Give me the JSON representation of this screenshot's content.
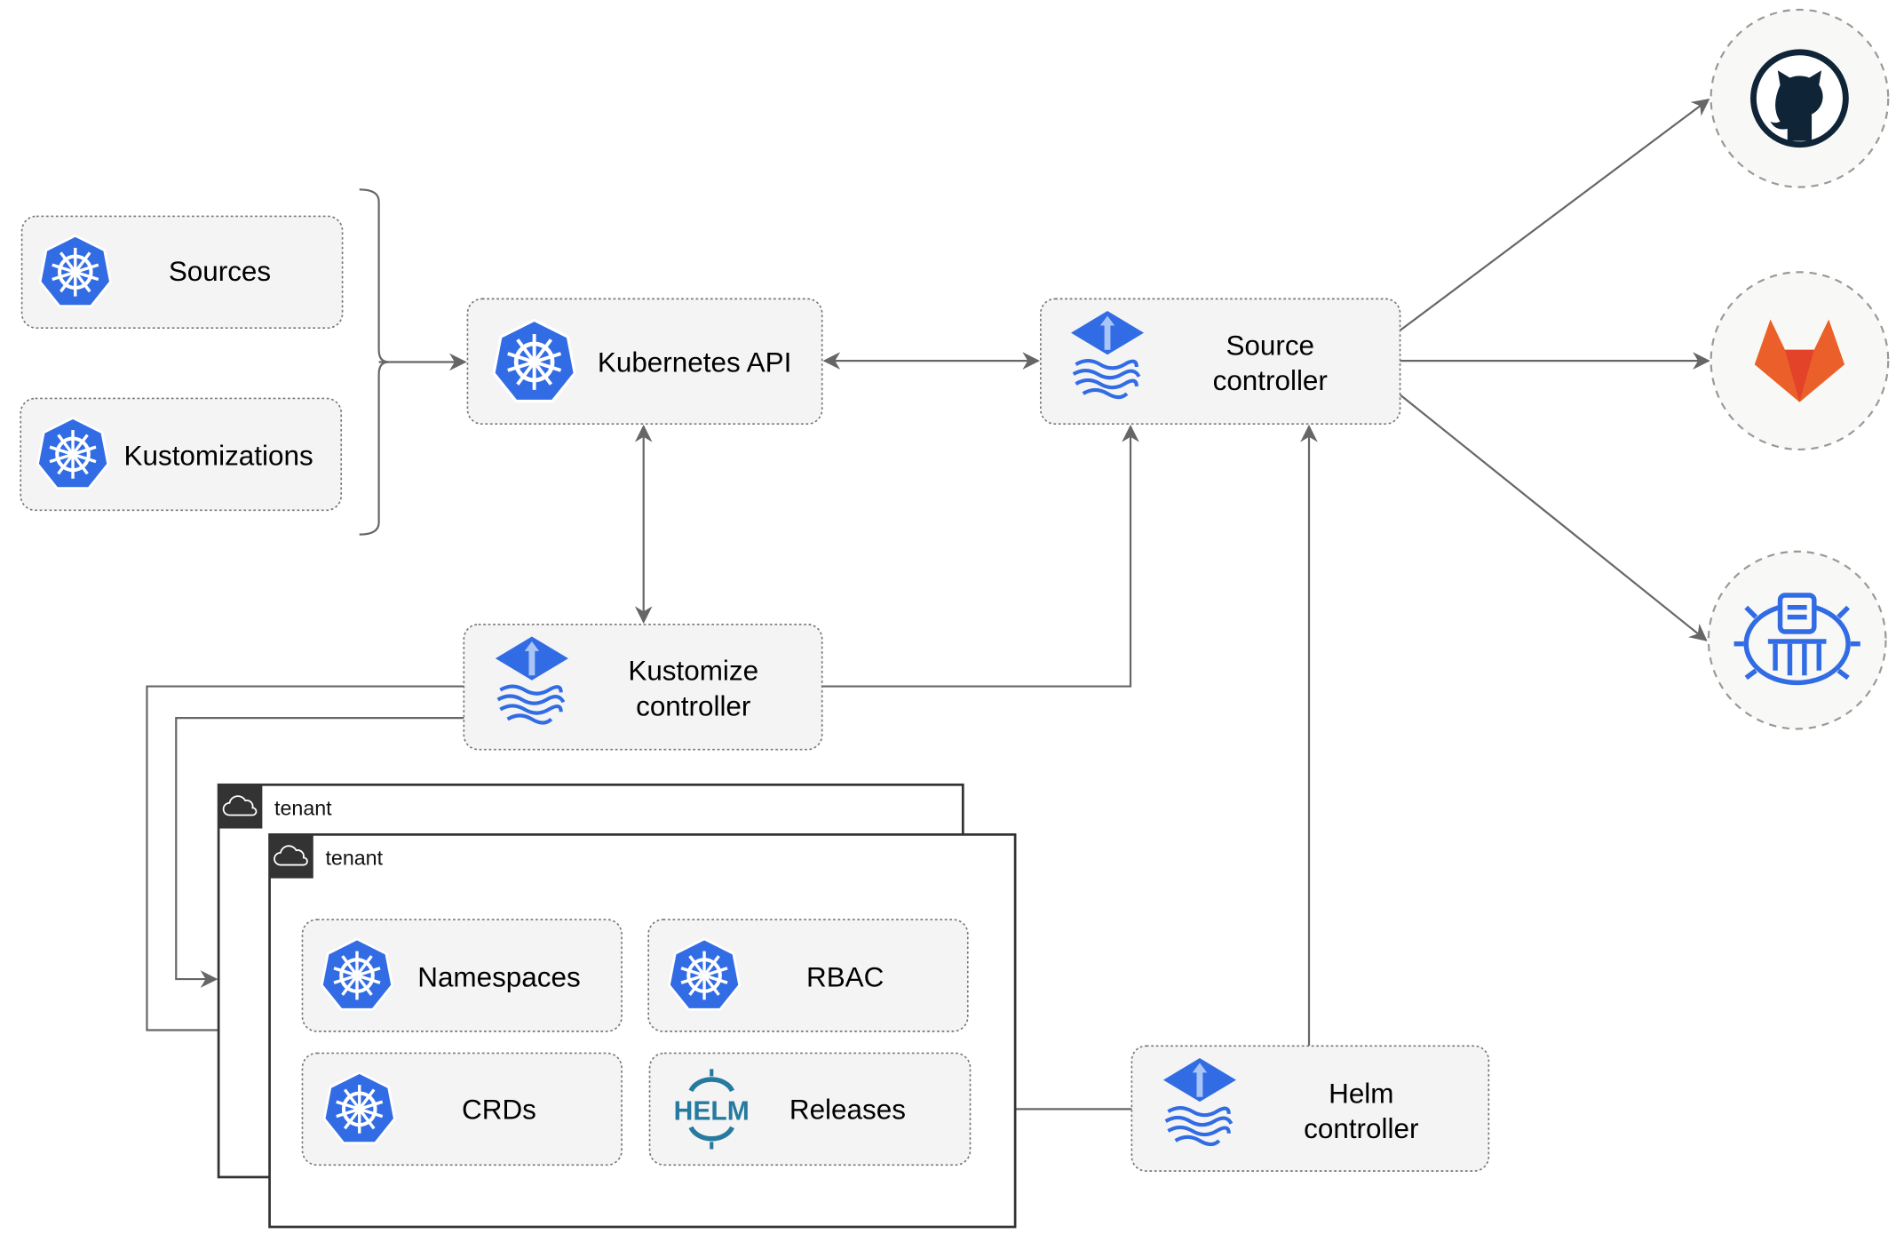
{
  "nodes": {
    "sources": "Sources",
    "kustomizations": "Kustomizations",
    "kubernetes_api": "Kubernetes API",
    "source_controller": [
      "Source",
      "controller"
    ],
    "kustomize_controller": [
      "Kustomize",
      "controller"
    ],
    "helm_controller": [
      "Helm",
      "controller"
    ],
    "namespaces": "Namespaces",
    "rbac": "RBAC",
    "crds": "CRDs",
    "releases": "Releases"
  },
  "tenants": [
    "tenant",
    "tenant"
  ],
  "logos": {
    "helm": "HELM"
  },
  "icons": [
    "kubernetes-icon",
    "flux-icon",
    "helm-icon",
    "github-icon",
    "gitlab-icon",
    "bucket-icon",
    "cloud-icon"
  ],
  "colors": {
    "kubernetes": "#326ce5",
    "helm": "#277a9f",
    "github": "#0f2537",
    "gitlab": "#e8552b",
    "edge": "#666666"
  }
}
